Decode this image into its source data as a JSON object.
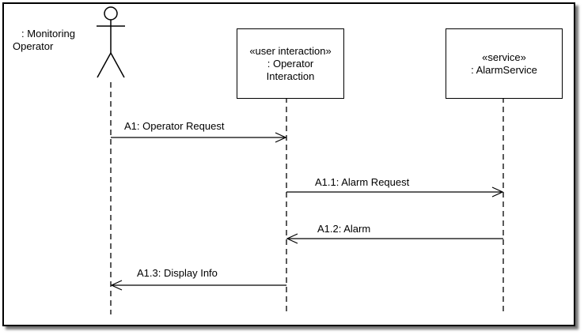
{
  "actor": {
    "name_line1": ": Monitoring",
    "name_line2": "Operator"
  },
  "lifelines": [
    {
      "stereotype": "«user interaction»",
      "line1": ": Operator",
      "line2": "Interaction"
    },
    {
      "stereotype": "«service»",
      "line1": ": AlarmService",
      "line2": ""
    }
  ],
  "messages": [
    {
      "label": "A1: Operator Request"
    },
    {
      "label": "A1.1: Alarm Request"
    },
    {
      "label": "A1.2: Alarm"
    },
    {
      "label": "A1.3: Display Info"
    }
  ]
}
